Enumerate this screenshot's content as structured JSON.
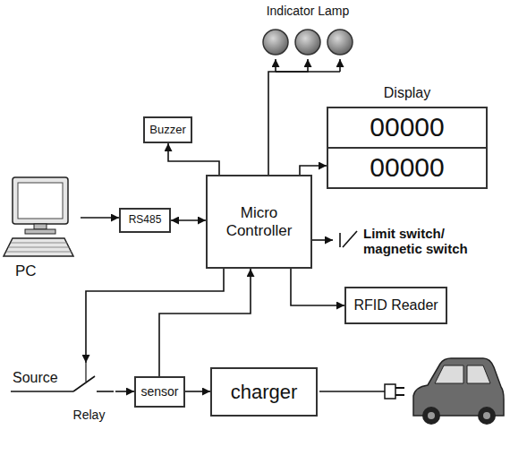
{
  "diagram": {
    "nodes": [
      {
        "text": [
          "Indicator Lamp"
        ]
      },
      {
        "text": [
          "Display"
        ]
      },
      {
        "text": [
          "00000"
        ],
        "in": 1
      },
      {
        "text": [
          "00000"
        ],
        "in": 1
      },
      {
        "text": [
          "Buzzer"
        ]
      },
      {
        "text": [
          "PC"
        ]
      },
      {
        "text": [
          "RS485"
        ]
      },
      {
        "text": [
          "Micro Controller"
        ]
      },
      {
        "text": [
          "Limit switch/ magnetic switch"
        ]
      },
      {
        "text": [
          "RFID Reader"
        ]
      },
      {
        "text": [
          "Relay"
        ]
      },
      {
        "text": [
          "sensor"
        ]
      },
      {
        "text": [
          "charger"
        ]
      }
    ],
    "edges": [
      {
        "from": 5,
        "to": 6,
        "arrow": "to"
      },
      {
        "from": 6,
        "to": 7,
        "arrow": "both"
      },
      {
        "from": 7,
        "to": 4,
        "arrow": "to"
      },
      {
        "from": 7,
        "to": 0,
        "arrow": "to"
      },
      {
        "from": 7,
        "to": 1,
        "arrow": "to"
      },
      {
        "from": 7,
        "to": 8,
        "arrow": "to"
      },
      {
        "from": 7,
        "to": 9,
        "arrow": "to"
      },
      {
        "from": 7,
        "to": 10,
        "arrow": "to"
      },
      {
        "from": 11,
        "to": 7,
        "arrow": "to"
      },
      {
        "from": 10,
        "to": 11,
        "arrow": "to"
      },
      {
        "from": 11,
        "to": 12,
        "arrow": "to"
      }
    ],
    "labels": [
      "Source"
    ]
  }
}
